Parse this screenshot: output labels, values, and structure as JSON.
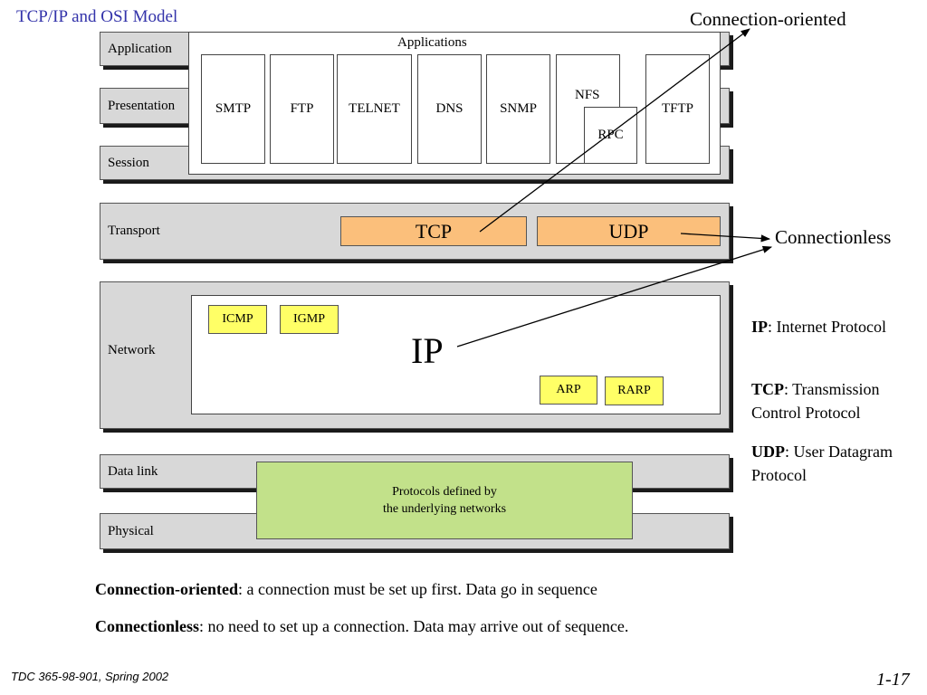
{
  "title": "TCP/IP and OSI Model",
  "layers": {
    "application": "Application",
    "presentation": "Presentation",
    "session": "Session",
    "transport": "Transport",
    "network": "Network",
    "data_link": "Data link",
    "physical": "Physical"
  },
  "applications": {
    "heading": "Applications",
    "protocols": [
      "SMTP",
      "FTP",
      "TELNET",
      "DNS",
      "SNMP",
      "NFS",
      "RPC",
      "TFTP"
    ]
  },
  "transport": {
    "tcp": "TCP",
    "udp": "UDP"
  },
  "network": {
    "ip": "IP",
    "icmp": "ICMP",
    "igmp": "IGMP",
    "arp": "ARP",
    "rarp": "RARP"
  },
  "underlying": {
    "line1": "Protocols defined by",
    "line2": "the underlying networks"
  },
  "callouts": {
    "connection_oriented": "Connection-oriented",
    "connectionless": "Connectionless"
  },
  "legend": [
    {
      "term": "IP",
      "desc": ": Internet Protocol"
    },
    {
      "term": "TCP",
      "desc": ": Transmission Control Protocol"
    },
    {
      "term": "UDP",
      "desc": ": User Datagram Protocol"
    }
  ],
  "definitions": [
    {
      "term": "Connection-oriented",
      "desc": ": a connection must be set up first. Data go in sequence"
    },
    {
      "term": "Connectionless",
      "desc": ": no need to set up a connection. Data may arrive out of sequence."
    }
  ],
  "footer": {
    "course": "TDC 365-98-901, Spring 2002",
    "page": "1-17"
  },
  "colors": {
    "tcp_udp": "#fbbf7b",
    "network_protocols": "#ffff66",
    "underlying": "#c2e18a",
    "layer": "#d8d8d8",
    "title": "#3333aa"
  }
}
